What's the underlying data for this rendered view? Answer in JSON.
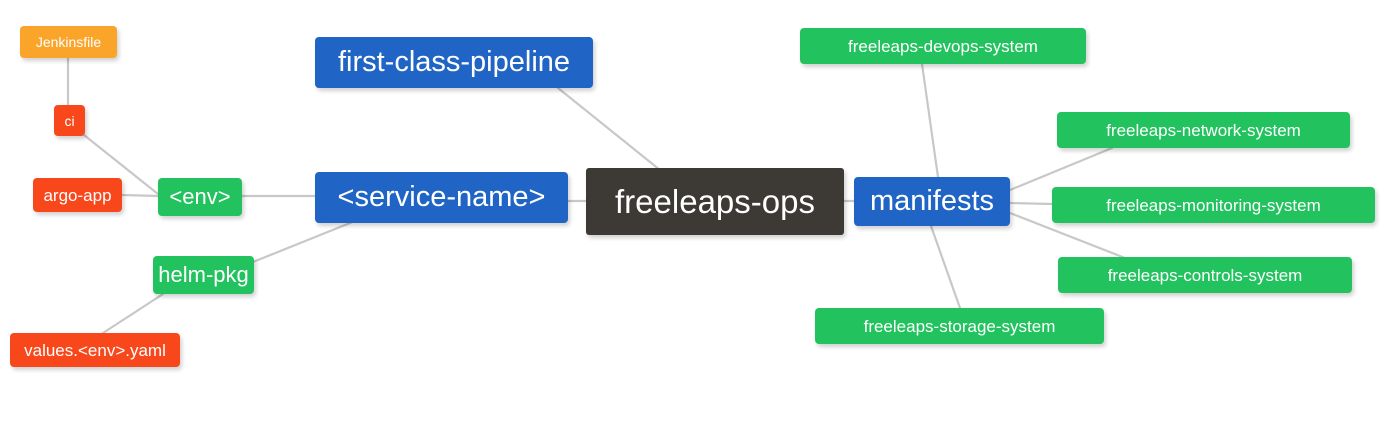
{
  "diagram": {
    "type": "mindmap",
    "title": "freeleaps-ops",
    "background": "#ffffff",
    "edge_color": "#c8c8c8",
    "palette": {
      "root": "#3d3935",
      "blue": "#2065c5",
      "green": "#22c35e",
      "orange": "#faa42a",
      "red": "#f8481b",
      "text": "#ffffff"
    }
  },
  "nodes": {
    "root": {
      "label": "freeleaps-ops",
      "color": "#3d3935"
    },
    "first_class_pipeline": {
      "label": "first-class-pipeline",
      "color": "#2065c5"
    },
    "service_name": {
      "label": "<service-name>",
      "color": "#2065c5"
    },
    "manifests": {
      "label": "manifests",
      "color": "#2065c5"
    },
    "env": {
      "label": "<env>",
      "color": "#22c35e"
    },
    "helm_pkg": {
      "label": "helm-pkg",
      "color": "#22c35e"
    },
    "jenkinsfile": {
      "label": "Jenkinsfile",
      "color": "#faa42a"
    },
    "ci": {
      "label": "ci",
      "color": "#f8481b"
    },
    "argo_app": {
      "label": "argo-app",
      "color": "#f8481b"
    },
    "values_yaml": {
      "label": "values.<env>.yaml",
      "color": "#f8481b"
    },
    "devops_system": {
      "label": "freeleaps-devops-system",
      "color": "#22c35e"
    },
    "network_system": {
      "label": "freeleaps-network-system",
      "color": "#22c35e"
    },
    "monitoring_system": {
      "label": "freeleaps-monitoring-system",
      "color": "#22c35e"
    },
    "controls_system": {
      "label": "freeleaps-controls-system",
      "color": "#22c35e"
    },
    "storage_system": {
      "label": "freeleaps-storage-system",
      "color": "#22c35e"
    }
  },
  "edges": [
    {
      "from": "first_class_pipeline",
      "to": "root"
    },
    {
      "from": "service_name",
      "to": "root"
    },
    {
      "from": "manifests",
      "to": "root"
    },
    {
      "from": "env",
      "to": "service_name"
    },
    {
      "from": "helm_pkg",
      "to": "service_name"
    },
    {
      "from": "jenkinsfile",
      "to": "ci"
    },
    {
      "from": "ci",
      "to": "env"
    },
    {
      "from": "argo_app",
      "to": "env"
    },
    {
      "from": "values_yaml",
      "to": "helm_pkg"
    },
    {
      "from": "devops_system",
      "to": "manifests"
    },
    {
      "from": "network_system",
      "to": "manifests"
    },
    {
      "from": "monitoring_system",
      "to": "manifests"
    },
    {
      "from": "controls_system",
      "to": "manifests"
    },
    {
      "from": "storage_system",
      "to": "manifests"
    }
  ]
}
